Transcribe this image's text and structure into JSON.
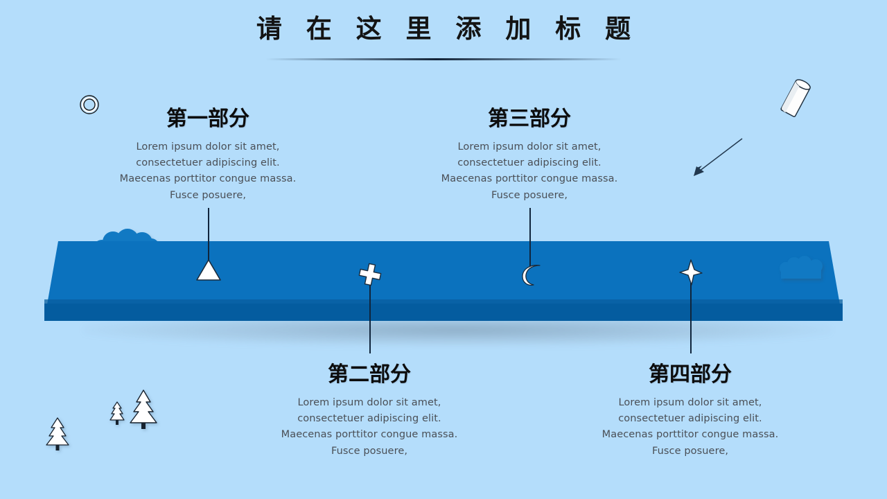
{
  "slide": {
    "background_color": "#b4ddfb",
    "platform_top_color": "#0b72be",
    "platform_front_color": "#045c9f",
    "accent_color": "#1179c3",
    "title": "请 在 这 里 添 加 标 题"
  },
  "sections": [
    {
      "id": "part-one",
      "title": "第一部分",
      "body": "Lorem ipsum dolor sit amet, consectetuer adipiscing elit. Maecenas porttitor congue massa. Fusce posuere,",
      "marker_icon": "triangle-icon",
      "position": "above"
    },
    {
      "id": "part-two",
      "title": "第二部分",
      "body": "Lorem ipsum dolor sit amet, consectetuer adipiscing elit. Maecenas porttitor congue massa. Fusce posuere,",
      "marker_icon": "cross-icon",
      "position": "below"
    },
    {
      "id": "part-three",
      "title": "第三部分",
      "body": "Lorem ipsum dolor sit amet, consectetuer adipiscing elit. Maecenas porttitor congue massa. Fusce posuere,",
      "marker_icon": "crescent-moon-icon",
      "position": "above"
    },
    {
      "id": "part-four",
      "title": "第四部分",
      "body": "Lorem ipsum dolor sit amet, consectetuer adipiscing elit. Maecenas porttitor congue massa. Fusce posuere,",
      "marker_icon": "four-point-star-icon",
      "position": "below"
    }
  ],
  "decorations": {
    "ring": "double-ring-icon",
    "cylinder": "cylinder-icon",
    "arrow": "diagonal-arrow-icon",
    "trees": [
      "pine-tree-icon",
      "pine-tree-icon",
      "pine-tree-icon"
    ],
    "bushes": [
      "bush-icon",
      "bush-icon"
    ]
  }
}
